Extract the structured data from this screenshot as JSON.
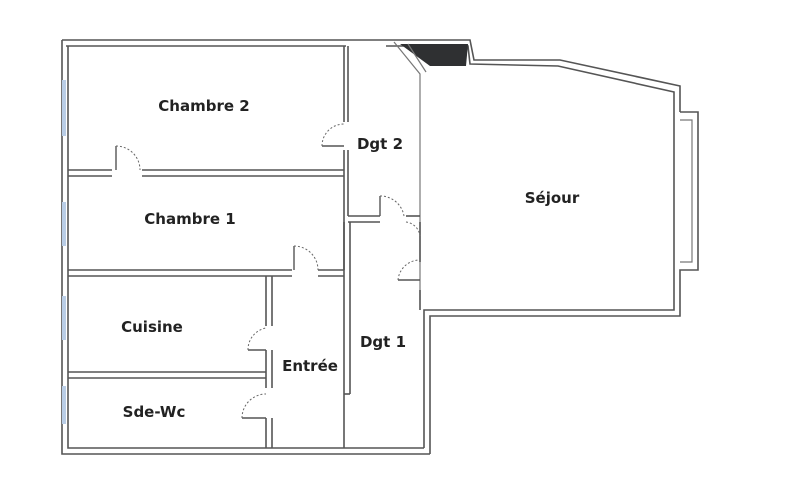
{
  "plan": {
    "rooms": [
      {
        "id": "chambre-2",
        "label": "Chambre 2"
      },
      {
        "id": "chambre-1",
        "label": "Chambre 1"
      },
      {
        "id": "cuisine",
        "label": "Cuisine"
      },
      {
        "id": "sde-wc",
        "label": "Sde-Wc"
      },
      {
        "id": "entree",
        "label": "Entrée"
      },
      {
        "id": "dgt-1",
        "label": "Dgt 1"
      },
      {
        "id": "dgt-2",
        "label": "Dgt 2"
      },
      {
        "id": "sejour",
        "label": "Séjour"
      }
    ],
    "colors": {
      "wall": "#555555",
      "window": "#b9cde6",
      "fireplace": "#2f3032",
      "label": "#222222"
    }
  }
}
